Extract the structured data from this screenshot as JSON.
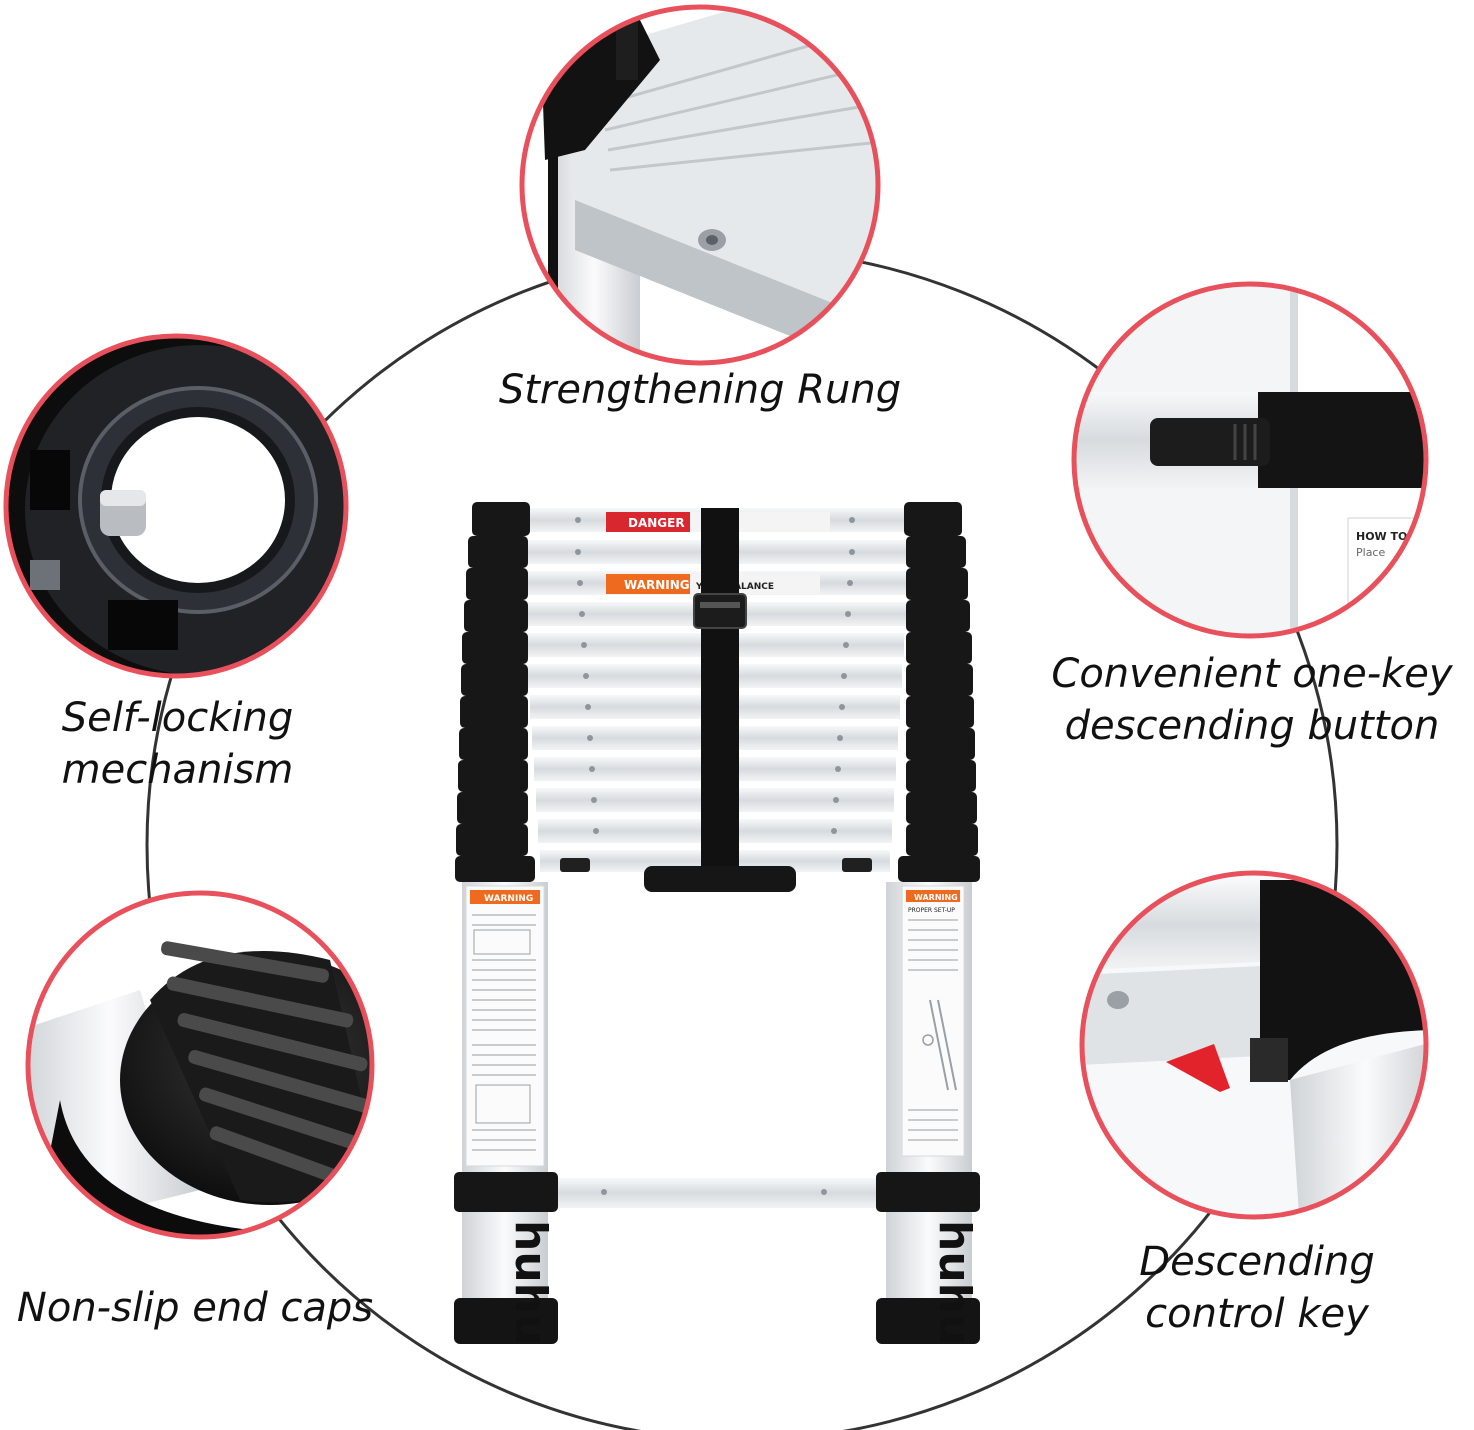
{
  "labels": {
    "strengthening_rung": "Strengthening Rung",
    "self_locking_line1": "Self-locking",
    "self_locking_line2": "mechanism",
    "one_key_line1": "Convenient one-key",
    "one_key_line2": "descending button",
    "end_caps": "Non-slip end caps",
    "control_key_line1": "Descending",
    "control_key_line2": "control key"
  },
  "ladder": {
    "danger_label": "DANGER",
    "warning_label": "WARNING",
    "balance_text": "YOUR BALANCE",
    "left_warning": "WARNING",
    "right_warning": "WARNING",
    "right_setup": "PROPER SET-UP",
    "brand": "huhu"
  },
  "detail_text": {
    "how_to": "HOW TO",
    "place": "Place"
  },
  "colors": {
    "accent_red": "#e8505b",
    "ring_gray": "#333333",
    "ladder_black": "#161616",
    "aluminum": "#dfe2e5"
  }
}
